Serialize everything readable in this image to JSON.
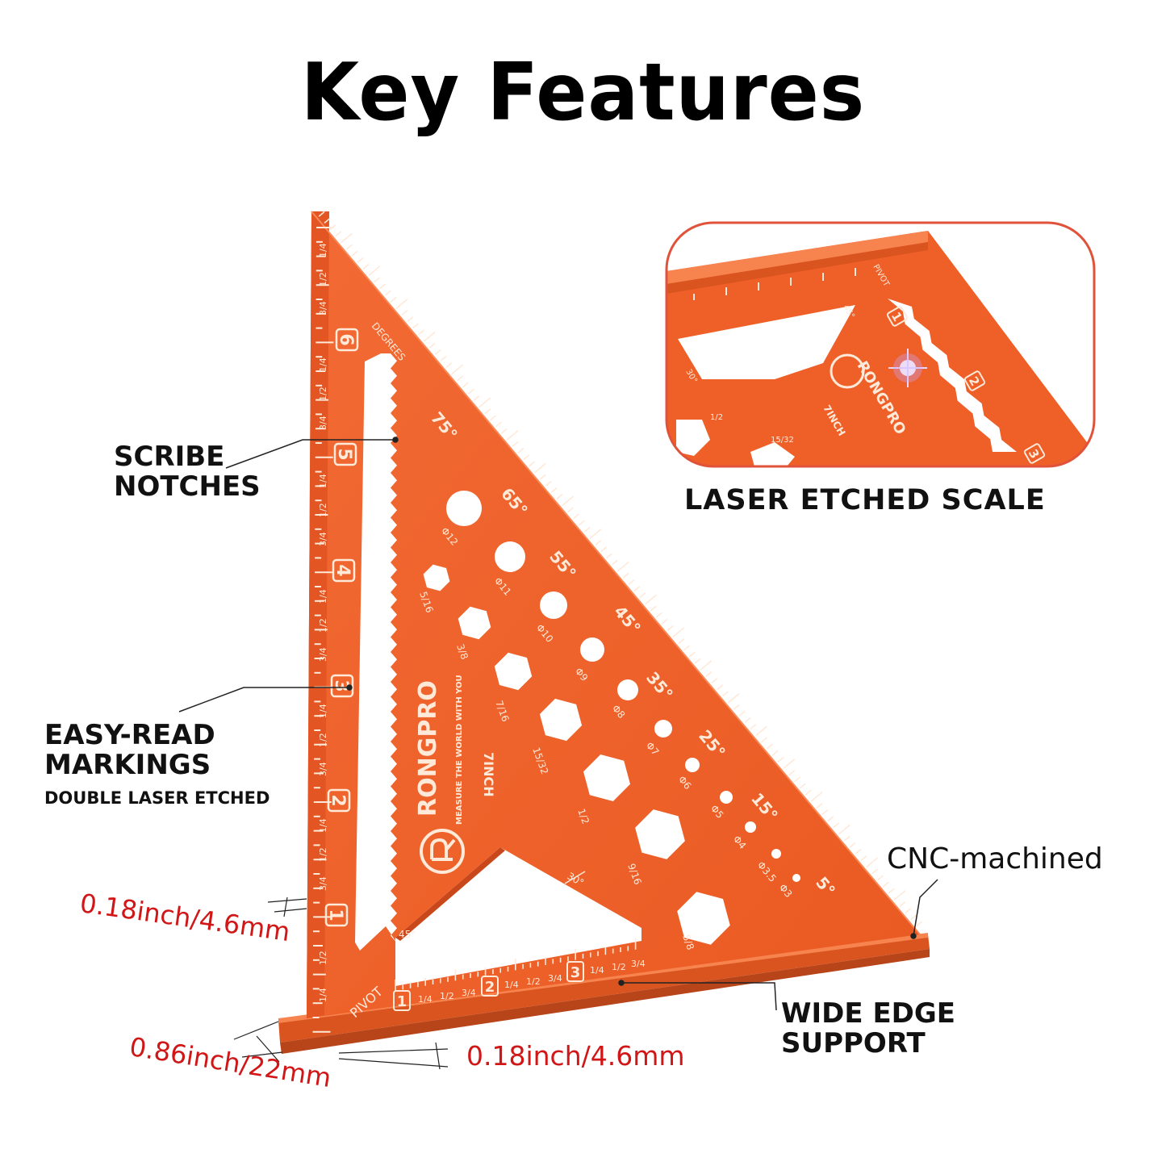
{
  "title": "Key Features",
  "callouts": {
    "scribe_notches": [
      "SCRIBE",
      "NOTCHES"
    ],
    "easy_read": [
      "EASY-READ",
      "MARKINGS"
    ],
    "easy_read_sub": "DOUBLE LASER ETCHED",
    "laser_scale": "LASER ETCHED SCALE",
    "cnc": "CNC-machined",
    "wide_edge": [
      "WIDE EDGE",
      "SUPPORT"
    ]
  },
  "dimensions": {
    "thickness_left": "0.18inch/4.6mm",
    "width_base": "0.86inch/22mm",
    "thickness_base": "0.18inch/4.6mm"
  },
  "tool": {
    "brand": "RONGPRO",
    "slogan": "MEASURE THE WORLD WITH YOU",
    "size": "7INCH",
    "pivot": "PIVOT",
    "degrees": "DEGREES",
    "degree_marks": [
      "75°",
      "65°",
      "55°",
      "45°",
      "35°",
      "25°",
      "15°",
      "5°"
    ],
    "inch_numbers": [
      "6",
      "5",
      "4",
      "3",
      "2",
      "1"
    ],
    "base_numbers": [
      "1",
      "2",
      "3"
    ],
    "fraction_labels": [
      "1/4",
      "1/2",
      "3/4"
    ],
    "hole_labels_round": [
      "Φ12",
      "Φ11",
      "Φ10",
      "Φ9",
      "Φ8",
      "Φ7",
      "Φ6",
      "Φ5",
      "Φ4",
      "Φ3.5",
      "Φ3"
    ],
    "hole_labels_hex": [
      "5/16",
      "3/8",
      "7/16",
      "15/32",
      "1/2",
      "9/16",
      "5/8"
    ],
    "angle_30": "30°",
    "angle_45": "45°"
  },
  "inset": {
    "numbers": [
      "1",
      "2",
      "3"
    ],
    "labels": [
      "PIVOT",
      "1/2",
      "15/32",
      "7INCH",
      "30°",
      "45°"
    ]
  },
  "colors": {
    "orange": "#f0622a",
    "orange_dark": "#c84a1a",
    "etch": "#ffe9d9",
    "dimension_red": "#d01616",
    "inset_border": "#e0533a"
  }
}
